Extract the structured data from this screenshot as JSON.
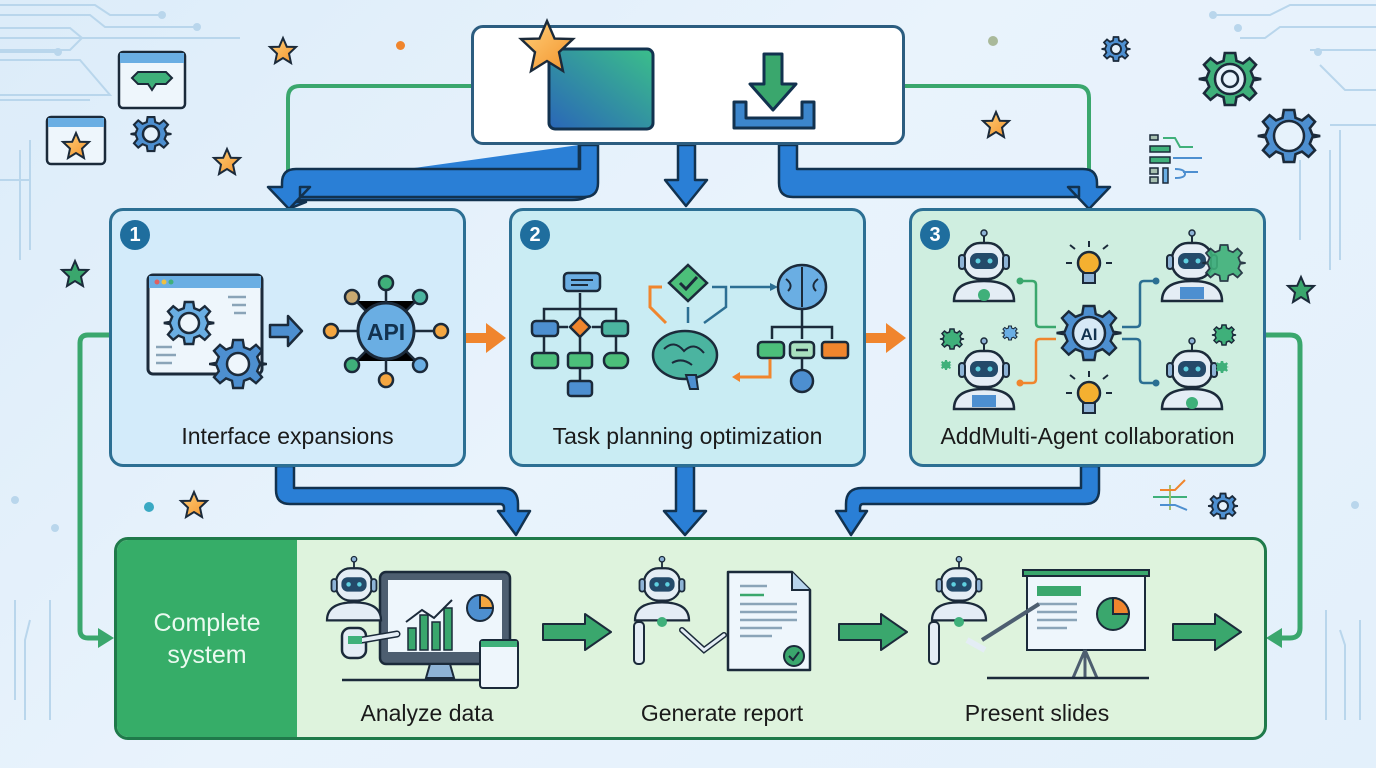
{
  "diagram": {
    "top_box": {
      "icons": [
        "star-app-icon",
        "download-icon"
      ]
    },
    "steps": [
      {
        "number": "1",
        "label": "Interface expansions",
        "icon": "api-hub-icon"
      },
      {
        "number": "2",
        "label": "Task planning optimization",
        "icon": "brain-flowchart-icon"
      },
      {
        "number": "3",
        "label": "AddMulti-Agent collaboration",
        "icon": "multi-robot-ai-icon"
      }
    ],
    "api_label": "API",
    "ai_label": "AI",
    "result": {
      "title": "Complete system",
      "stages": [
        {
          "label": "Analyze data",
          "icon": "robot-dashboard-icon"
        },
        {
          "label": "Generate report",
          "icon": "robot-report-icon"
        },
        {
          "label": "Present slides",
          "icon": "robot-presentation-icon"
        }
      ]
    },
    "colors": {
      "blue_arrow": "#2a7fd6",
      "green_arrow": "#3aa76d",
      "orange_arrow": "#f0852d",
      "card1_bg": "#d3ebfa",
      "card2_bg": "#c9ecf3",
      "card3_bg": "#cfeee0",
      "result_title_bg": "#36ad68",
      "result_bg": "#def3dd"
    }
  }
}
